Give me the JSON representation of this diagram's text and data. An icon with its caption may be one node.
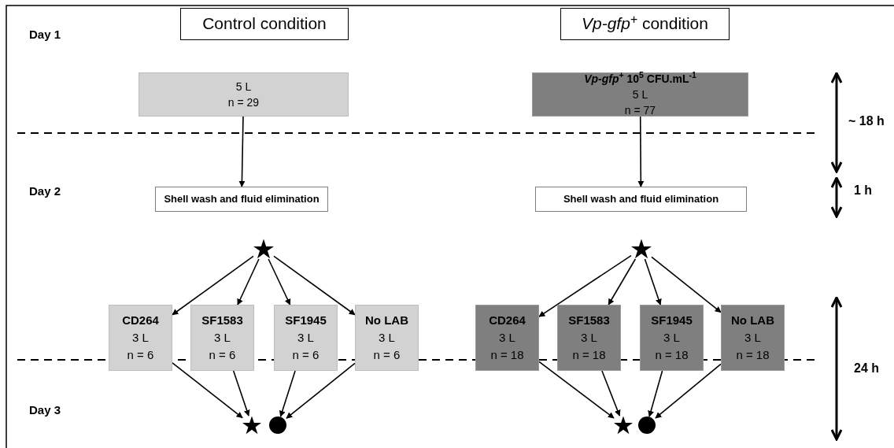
{
  "diagram": {
    "nodes": [
      {
        "text": [
          "Control condition"
        ]
      },
      {
        "text": [
          "*Vp-gfp*$^{+}$ condition"
        ]
      },
      {
        "text": [
          "5 L",
          "n = 29"
        ]
      },
      {
        "text": [
          "*Vp-gfp*$^{+}$ 10$^{5}$ CFU.mL$^{-1}$",
          "5 L",
          "n = 77"
        ]
      },
      {
        "text": [
          "Shell wash and fluid elimination"
        ]
      },
      {
        "text": [
          "Shell wash and fluid elimination"
        ]
      },
      {
        "text": [],
        "shape": "star"
      },
      {
        "text": [],
        "shape": "star"
      },
      {
        "text": [
          "CD264",
          "3 L",
          "n = 6"
        ]
      },
      {
        "text": [
          "SF1583",
          "3 L",
          "n = 6"
        ]
      },
      {
        "text": [
          "SF1945",
          "3 L",
          "n = 6"
        ]
      },
      {
        "text": [
          "No LAB",
          "3 L",
          "n = 6"
        ]
      },
      {
        "text": [
          "CD264",
          "3 L",
          "n = 18"
        ]
      },
      {
        "text": [
          "SF1583",
          "3 L",
          "n = 18"
        ]
      },
      {
        "text": [
          "SF1945",
          "3 L",
          "n = 18"
        ]
      },
      {
        "text": [
          "No LAB",
          "3 L",
          "n = 18"
        ]
      },
      {
        "text": [],
        "shape": "star"
      },
      {
        "text": [],
        "shape": "circle"
      },
      {
        "text": [],
        "shape": "star"
      },
      {
        "text": [],
        "shape": "circle"
      }
    ],
    "edges": [
      {
        "from": 2,
        "to": 4,
        "arrow": "to"
      },
      {
        "from": 3,
        "to": 5,
        "arrow": "to"
      },
      {
        "from": 6,
        "to": 8,
        "arrow": "to"
      },
      {
        "from": 6,
        "to": 9,
        "arrow": "to"
      },
      {
        "from": 6,
        "to": 10,
        "arrow": "to"
      },
      {
        "from": 6,
        "to": 11,
        "arrow": "to"
      },
      {
        "from": 7,
        "to": 12,
        "arrow": "to"
      },
      {
        "from": 7,
        "to": 13,
        "arrow": "to"
      },
      {
        "from": 7,
        "to": 14,
        "arrow": "to"
      },
      {
        "from": 7,
        "to": 15,
        "arrow": "to"
      },
      {
        "from": 8,
        "to": 16,
        "arrow": "to"
      },
      {
        "from": 9,
        "to": 16,
        "arrow": "to"
      },
      {
        "from": 10,
        "to": 17,
        "arrow": "to"
      },
      {
        "from": 11,
        "to": 17,
        "arrow": "to"
      },
      {
        "from": 12,
        "to": 18,
        "arrow": "to"
      },
      {
        "from": 13,
        "to": 18,
        "arrow": "to"
      },
      {
        "from": 14,
        "to": 19,
        "arrow": "to"
      },
      {
        "from": 15,
        "to": 19,
        "arrow": "to"
      }
    ],
    "labels": [
      "Day 1",
      "~ 18 h",
      "Day 2",
      "1 h",
      "24 h",
      "Day 3"
    ]
  }
}
